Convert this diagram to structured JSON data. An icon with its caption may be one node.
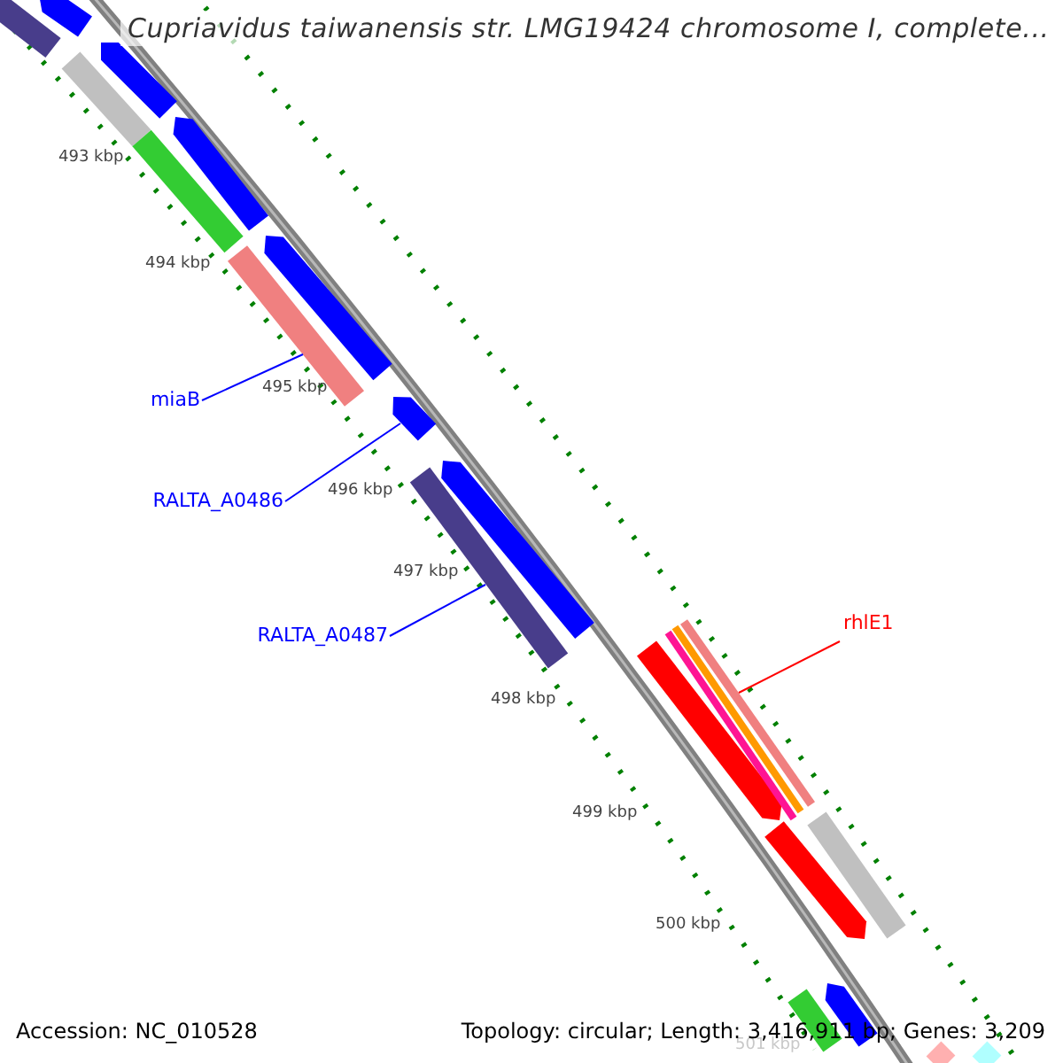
{
  "diagram": {
    "title": "Cupriavidus taiwanensis str. LMG19424 chromosome I, complete...",
    "nodes": [
      {
        "text": [
          "miaB"
        ]
      },
      {
        "text": [
          "RALTA_A0486"
        ]
      },
      {
        "text": [
          "RALTA_A0487"
        ]
      },
      {
        "text": [
          "rhlE1"
        ]
      },
      {
        "text": [],
        "shape": "bar"
      },
      {
        "text": [],
        "shape": "bar"
      },
      {
        "text": [],
        "shape": "bar"
      },
      {
        "text": [],
        "shape": "bar"
      },
      {
        "text": [],
        "shape": "bar"
      },
      {
        "text": [],
        "shape": "bar"
      },
      {
        "text": [],
        "shape": "bar"
      },
      {
        "text": [],
        "shape": "bar"
      },
      {
        "text": [],
        "shape": "bar"
      },
      {
        "text": [],
        "shape": "bar"
      },
      {
        "text": [],
        "shape": "bar"
      },
      {
        "text": [],
        "shape": "bar"
      },
      {
        "text": [],
        "shape": "bar"
      },
      {
        "text": [],
        "shape": "bar"
      },
      {
        "text": [],
        "shape": "bar"
      },
      {
        "text": [],
        "shape": "bar"
      },
      {
        "text": [],
        "shape": "bar"
      },
      {
        "text": [],
        "shape": "bar"
      },
      {
        "text": [],
        "shape": "bar"
      },
      {
        "text": [],
        "shape": "bar"
      },
      {
        "text": [],
        "shape": "bar"
      }
    ],
    "edges": [
      {
        "from": 0,
        "to": 13,
        "arrow": "none"
      },
      {
        "from": 1,
        "to": 8,
        "arrow": "none"
      },
      {
        "from": 2,
        "to": 14,
        "arrow": "none"
      },
      {
        "from": 3,
        "to": 19,
        "arrow": "none",
        "color": "#ff0000"
      }
    ],
    "labels": [
      "493 kbp",
      "494 kbp",
      "495 kbp",
      "496 kbp",
      "497 kbp",
      "498 kbp",
      "499 kbp",
      "500 kbp",
      "501 kbp",
      "Accession: NC_010528",
      "Topology: circular; Length: 3,416,911 bp; Genes: 3,209"
    ]
  }
}
